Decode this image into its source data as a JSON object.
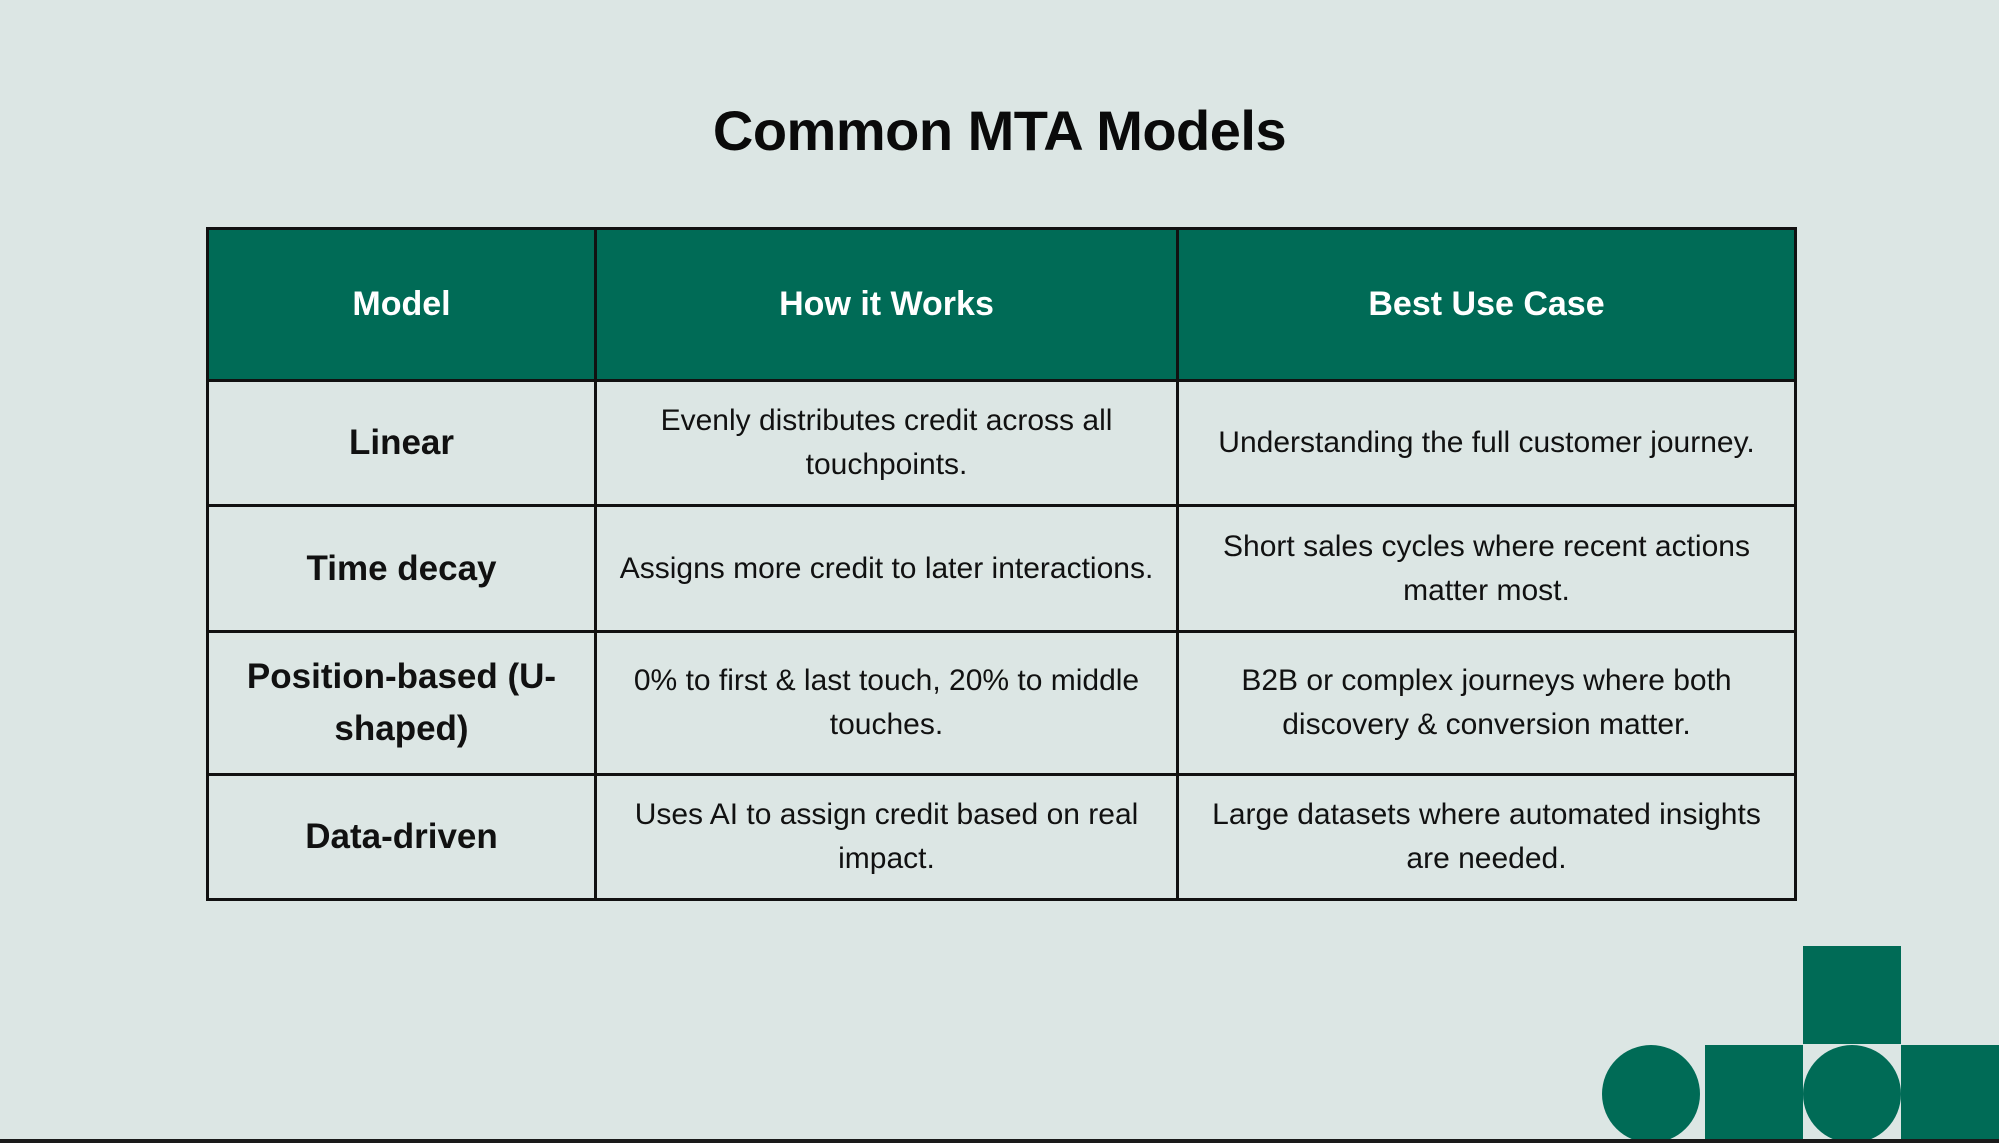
{
  "title": "Common MTA Models",
  "table": {
    "headers": [
      "Model",
      "How it Works",
      "Best Use Case"
    ],
    "rows": [
      {
        "model": "Linear",
        "how": "Evenly distributes credit across all touchpoints.",
        "use_case": "Understanding the full customer journey."
      },
      {
        "model": "Time decay",
        "how": "Assigns more credit to later interactions.",
        "use_case": "Short sales cycles where recent actions matter most."
      },
      {
        "model": "Position-based (U-shaped)",
        "how": "0% to first & last touch, 20% to middle touches.",
        "use_case": "B2B or complex journeys where both discovery & conversion matter."
      },
      {
        "model": "Data-driven",
        "how": "Uses AI to assign credit based on real impact.",
        "use_case": "Large datasets where automated insights are needed."
      }
    ]
  },
  "colors": {
    "background": "#dce6e4",
    "header_fill": "#006b56",
    "accent_shapes": "#006b56",
    "border": "#111111"
  },
  "decoration": {
    "shapes": [
      "circle",
      "square",
      "circle",
      "square",
      "square-top"
    ]
  }
}
